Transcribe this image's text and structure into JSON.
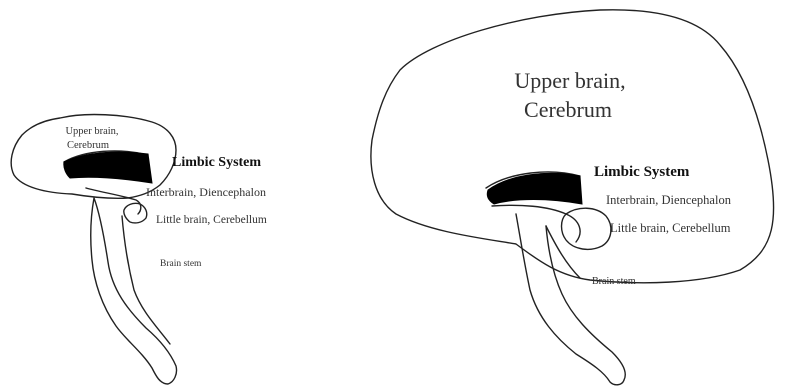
{
  "colors": {
    "background": "#ffffff",
    "outline": "#222222",
    "limbic_band": "#000000",
    "label_text": "#333333"
  },
  "small_brain": {
    "upper_label_line1": "Upper brain,",
    "upper_label_line2": "Cerebrum",
    "limbic_label": "Limbic System",
    "interbrain_label": "Interbrain, Diencephalon",
    "little_brain_label": "Little brain, Cerebellum",
    "brain_stem_label": "Brain stem"
  },
  "large_brain": {
    "upper_label_line1": "Upper brain,",
    "upper_label_line2": "Cerebrum",
    "limbic_label": "Limbic System",
    "interbrain_label": "Interbrain, Diencephalon",
    "little_brain_label": "Little brain, Cerebellum",
    "brain_stem_label": "Brain stem"
  }
}
